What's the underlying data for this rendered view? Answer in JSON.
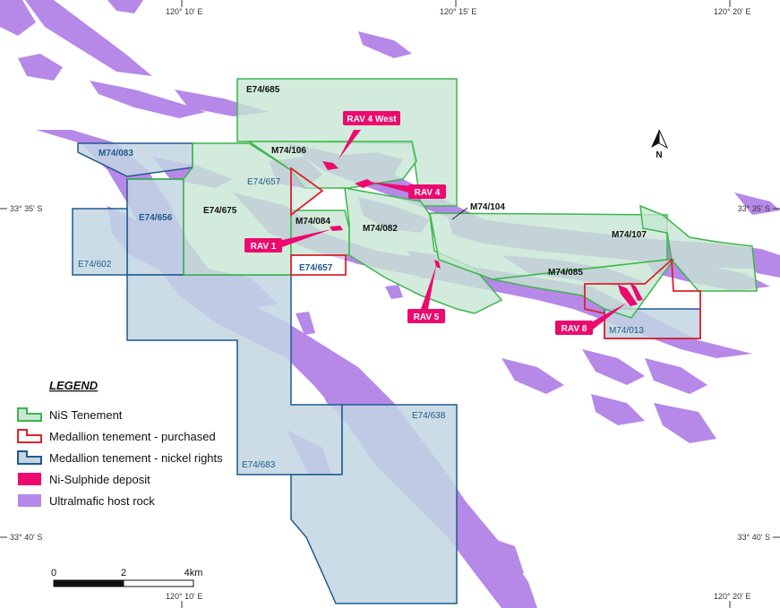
{
  "coordinates": {
    "top": [
      "120° 10' E",
      "120° 15' E",
      "120° 20' E"
    ],
    "bottom": [
      "120° 10' E",
      "120° 20' E"
    ],
    "left": [
      "33° 35' S",
      "33° 40' S"
    ],
    "right": [
      "33° 35' S",
      "33° 40' S"
    ]
  },
  "tenements": {
    "nis": [
      "E74/685",
      "M74/106",
      "E74/675",
      "M74/084",
      "M74/082",
      "M74/104",
      "M74/107",
      "M74/085"
    ],
    "purchased": [
      "E74/657",
      "E74/657"
    ],
    "nickel_rights": [
      "M74/083",
      "E74/656",
      "E74/602",
      "E74/683",
      "E74/638",
      "M74/013"
    ]
  },
  "deposits": [
    "RAV 4 West",
    "RAV 4",
    "RAV 1",
    "RAV 5",
    "RAV 8"
  ],
  "legend": {
    "title": "LEGEND",
    "items": [
      {
        "label": "NiS Tenement",
        "color": "#c7e6d3",
        "stroke": "#3cb64a"
      },
      {
        "label": "Medallion tenement - purchased",
        "color": "#ffffff",
        "stroke": "#e0202e"
      },
      {
        "label": "Medallion tenement - nickel rights",
        "color": "#c2d6e3",
        "stroke": "#1e5a8e"
      },
      {
        "label": "Ni-Sulphide deposit",
        "color": "#ec0a6e",
        "stroke": "#ec0a6e"
      },
      {
        "label": "Ultralmafic host rock",
        "color": "#b688e8",
        "stroke": "#b688e8"
      }
    ]
  },
  "scale": {
    "labels": [
      "0",
      "2",
      "4km"
    ]
  },
  "north_label": "N",
  "colors": {
    "ultramafic": "#b688e8",
    "nis_fill": "#c7e6d3",
    "nis_stroke": "#3cb64a",
    "purchased_stroke": "#e0202e",
    "rights_fill": "#c2d6e3",
    "rights_stroke": "#1e5a8e",
    "deposit": "#ec0a6e"
  }
}
